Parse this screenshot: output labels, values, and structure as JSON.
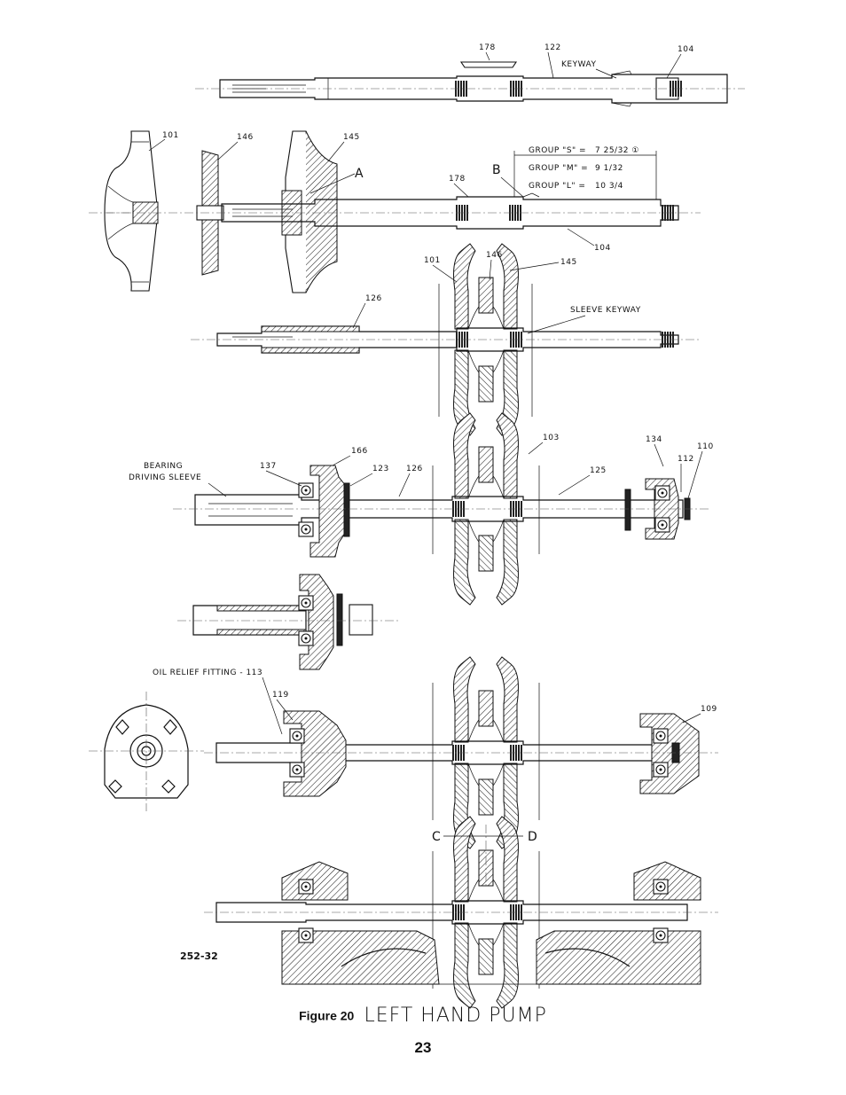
{
  "figure": {
    "number_label": "Figure 20",
    "title": "LEFT HAND PUMP",
    "drawing_code": "252-32",
    "page_number": "23"
  },
  "view1": {
    "callouts": [
      "178",
      "122",
      "104"
    ],
    "keyway": "KEYWAY"
  },
  "view2": {
    "callouts": [
      "101",
      "146",
      "145",
      "178",
      "104"
    ],
    "marker_a": "A",
    "marker_b": "B",
    "groups": [
      {
        "label": "GROUP \"S\" =",
        "value": "7 25/32 ①"
      },
      {
        "label": "GROUP \"M\" =",
        "value": "9 1/32"
      },
      {
        "label": "GROUP \"L\" =",
        "value": "10 3/4"
      }
    ]
  },
  "view3": {
    "callouts": [
      "101",
      "146",
      "145",
      "126"
    ],
    "sleeve_keyway": "SLEEVE KEYWAY"
  },
  "view4": {
    "bearing_line1": "BEARING",
    "bearing_line2": "DRIVING SLEEVE",
    "callouts": [
      "137",
      "166",
      "123",
      "126",
      "103",
      "125",
      "134",
      "112",
      "110"
    ]
  },
  "view6": {
    "oil_relief": "OIL RELIEF FITTING - 113",
    "callouts": [
      "119",
      "109"
    ]
  },
  "view7": {
    "marker_c": "C",
    "marker_d": "D"
  }
}
